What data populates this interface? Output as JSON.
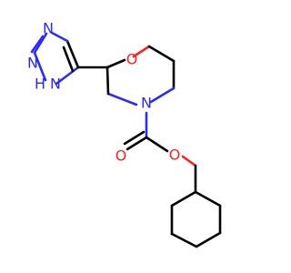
{
  "molecule": {
    "atoms": {
      "triazole_n_top": "N",
      "triazole_n_left": "N",
      "triazole_nh": "N",
      "triazole_h": "H",
      "morpholine_o": "O",
      "morpholine_n": "N",
      "carbonyl_o": "O",
      "ester_o": "O"
    },
    "colors": {
      "carbon_bond": "#000000",
      "nitrogen": "#2b2bff",
      "oxygen": "#ff1f1f",
      "background": "#ffffff"
    }
  }
}
